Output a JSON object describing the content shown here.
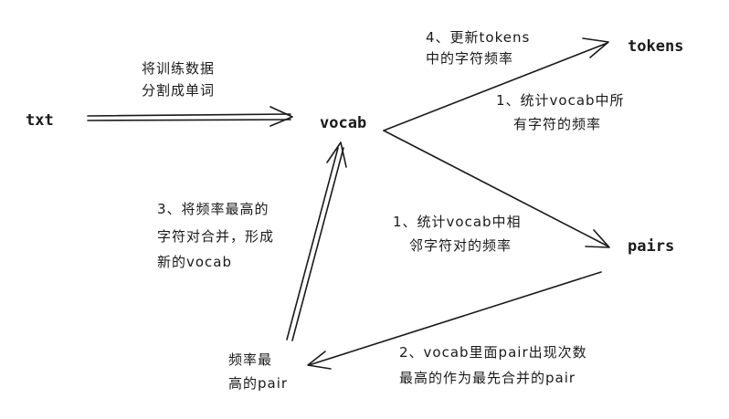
{
  "nodes": {
    "txt": "txt",
    "vocab": "vocab",
    "tokens": "tokens",
    "pairs": "pairs",
    "max_pair": [
      "频率最",
      "高的pair"
    ]
  },
  "labels": {
    "split": [
      "将训练数据",
      "分割成单词"
    ],
    "update_tokens": [
      "4、更新tokens",
      "中的字符频率"
    ],
    "count_chars": [
      "1、统计vocab中所",
      "有字符的频率"
    ],
    "count_pairs": [
      "1、统计vocab中相",
      "邻字符对的频率"
    ],
    "merge": [
      "3、将频率最高的",
      "字符对合并，形成",
      "新的vocab"
    ],
    "select_max": [
      "2、vocab里面pair出现次数",
      "最高的作为最先合并的pair"
    ]
  },
  "colors": {
    "ink": "#1a1a1a",
    "background": "#ffffff"
  }
}
